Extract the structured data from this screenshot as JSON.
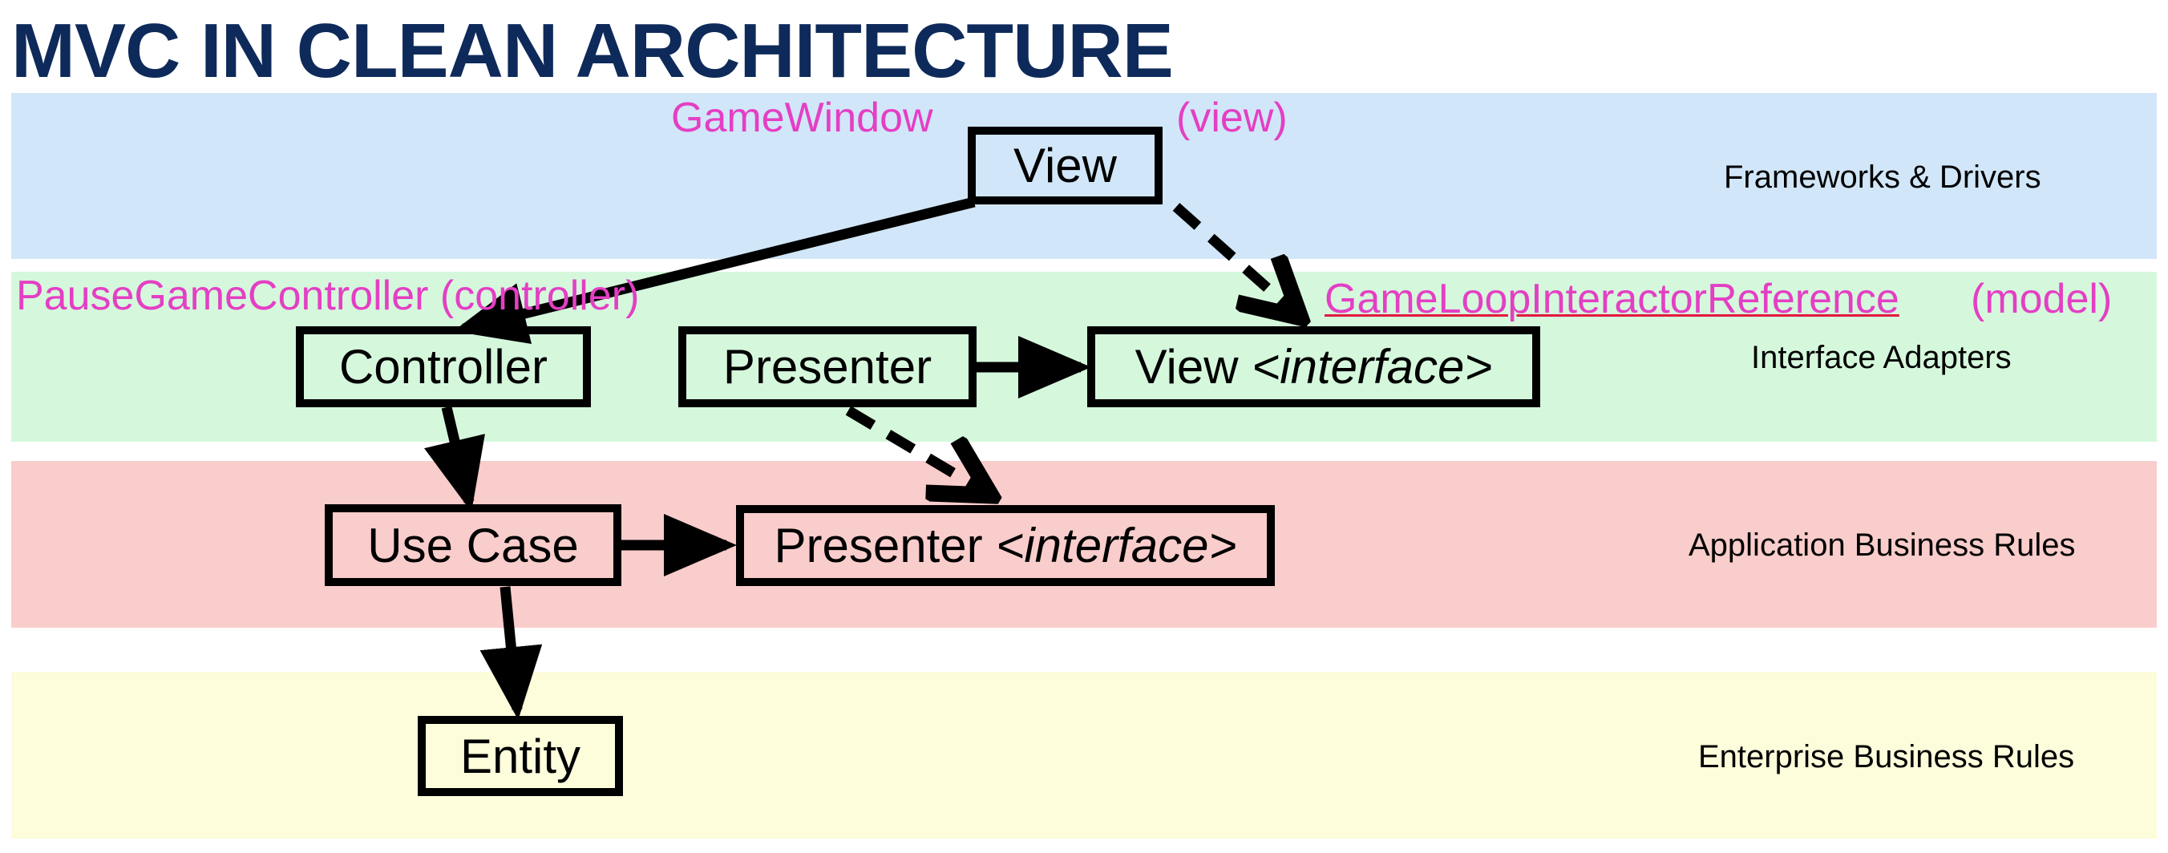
{
  "title": "MVC IN CLEAN ARCHITECTURE",
  "colors": {
    "title": "#0e2a5a",
    "frameworks_band": "#d1e7f9",
    "adapters_band": "#d5f8dc",
    "app_band": "#f9cdcb",
    "entities_band": "#fdfcdb",
    "mvc_label": "#e43fc4",
    "underline": "#e2183d",
    "line": "#000000"
  },
  "layers": {
    "frameworks": "Frameworks & Drivers",
    "adapters": "Interface Adapters",
    "application": "Application Business Rules",
    "enterprise": "Enterprise Business Rules"
  },
  "boxes": {
    "view": "View",
    "controller": "Controller",
    "presenter": "Presenter",
    "view_interface": {
      "name": "View ",
      "stereotype": "<interface>"
    },
    "use_case": "Use Case",
    "presenter_interface": {
      "name": "Presenter ",
      "stereotype": "<interface>"
    },
    "entity": "Entity"
  },
  "mvc_labels": {
    "game_window": "GameWindow",
    "view_role": "(view)",
    "pause_controller": "PauseGameController (controller)",
    "interactor_reference": "GameLoopInteractorReference",
    "model_role": "(model)"
  }
}
